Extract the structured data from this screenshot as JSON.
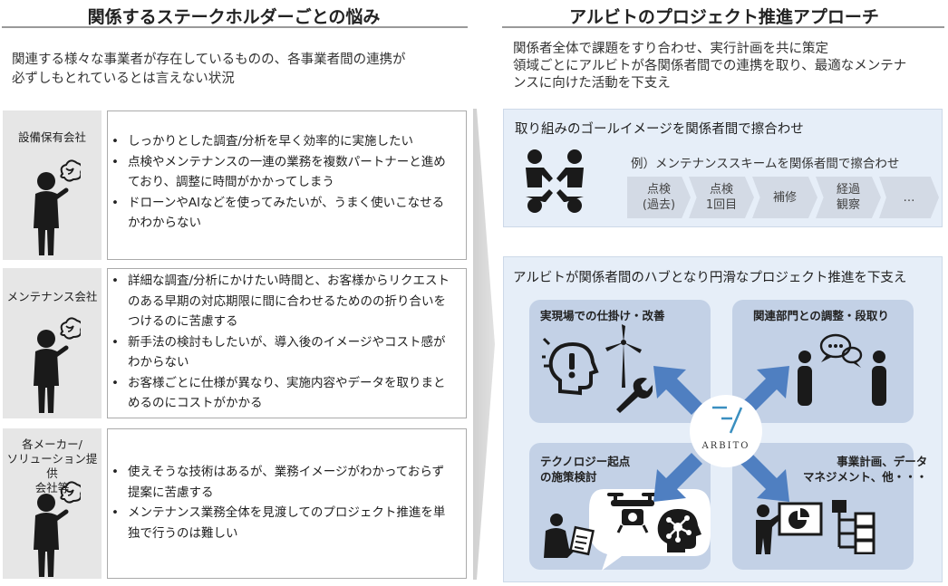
{
  "left": {
    "heading": "関係するステークホルダーごとの悩み",
    "intro": [
      "関連する様々な事業者が存在しているものの、各事業者間の連携が",
      "必ずしもとれているとは言えない状況"
    ],
    "stakeholders": [
      {
        "label": [
          "設備保有会社"
        ],
        "bullets": [
          "しっかりとした調査/分析を早く効率的に実施したい",
          "点検やメンテナンスの一連の業務を複数パートナーと進めており、調整に時間がかかってしまう",
          "ドローンやAIなどを使ってみたいが、うまく使いこなせるかわからない"
        ]
      },
      {
        "label": [
          "メンテナンス会社"
        ],
        "bullets": [
          "詳細な調査/分析にかけたい時間と、お客様からリクエストのある早期の対応期限に間に合わせるためのの折り合いをつけるのに苦慮する",
          "新手法の検討もしたいが、導入後のイメージやコスト感がわからない",
          "お客様ごとに仕様が異なり、実施内容やデータを取りまとめるのにコストがかかる"
        ]
      },
      {
        "label": [
          "各メーカー/",
          "ソリューション提供",
          "会社等"
        ],
        "bullets": [
          "使えそうな技術はあるが、業務イメージがわかっておらず提案に苦慮する",
          "メンテナンス業務全体を見渡してのプロジェクト推進を単独で行うのは難しい"
        ]
      }
    ]
  },
  "right": {
    "heading": "アルビトのプロジェクト推進アプローチ",
    "intro": [
      "関係者全体で課題をすり合わせ、実行計画を共に策定",
      "領域ごとにアルビトが各関係者間での連携を取り、最適なメンテナ",
      "ンスに向けた活動を下支え"
    ],
    "goal_panel": {
      "title": "取り組みのゴールイメージを関係者間で擦合わせ",
      "example": "例）メンテナンススキームを関係者間で擦合わせ",
      "steps": [
        {
          "lines": [
            "点検",
            "(過去)"
          ]
        },
        {
          "lines": [
            "点検",
            "1回目"
          ]
        },
        {
          "lines": [
            "補修"
          ]
        },
        {
          "lines": [
            "経過",
            "観察"
          ]
        },
        {
          "lines": [
            "…"
          ]
        }
      ]
    },
    "hub_panel": {
      "title": "アルビトが関係者間のハブとなり円滑なプロジェクト推進を下支え",
      "center_logo": "ARBITO",
      "quadrants": [
        {
          "title": [
            "実現場での仕掛け・改善"
          ]
        },
        {
          "title": [
            "関連部門との調整・段取り"
          ]
        },
        {
          "title": [
            "テクノロジー起点",
            "の施策検討"
          ]
        },
        {
          "title": [
            "事業計画、データ",
            "マネジメント、他・・・"
          ]
        }
      ]
    }
  },
  "colors": {
    "arrow_blue": "#4f7fc1",
    "panel_bg": "#e6eef8",
    "quad_bg": "#c3d1e6",
    "icon_dark": "#1a1a1a",
    "label_bg": "#e6e6e6"
  }
}
